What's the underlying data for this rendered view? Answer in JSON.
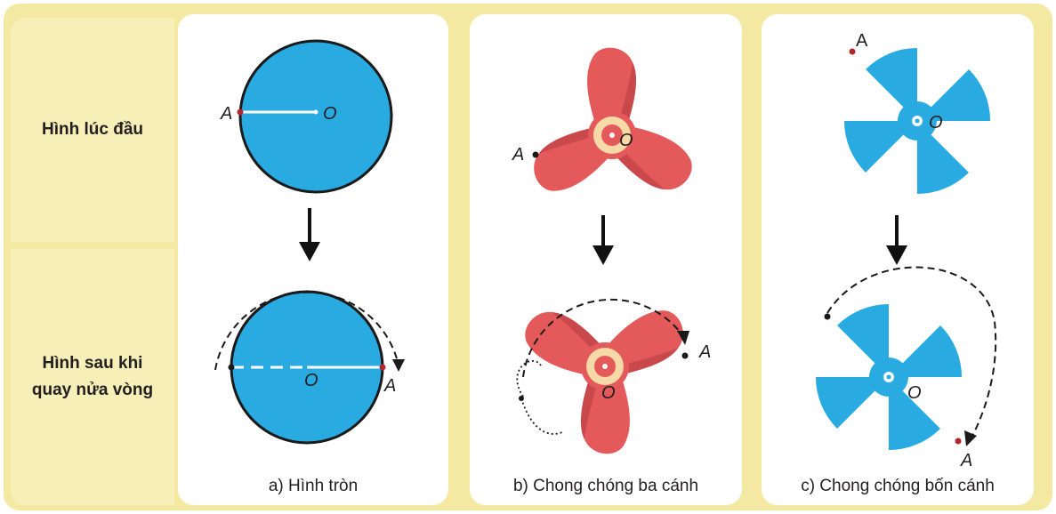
{
  "rows": {
    "initial": "Hình lúc đầu",
    "after_line1": "Hình sau khi",
    "after_line2": "quay nửa vòng"
  },
  "panels": [
    {
      "caption": "a) Hình tròn"
    },
    {
      "caption": "b) Chong chóng ba cánh"
    },
    {
      "caption": "c) Chong chóng bốn cánh"
    }
  ],
  "labels": {
    "center": "O",
    "point": "A"
  },
  "colors": {
    "frame": "#f3e9a2",
    "label_bg": "#f7efb8",
    "circle_blue": "#29abe2",
    "propeller_red": "#e4595a",
    "propeller_dark": "#c9484b",
    "hub": "#f7d9a8",
    "point_red": "#b3262d"
  }
}
